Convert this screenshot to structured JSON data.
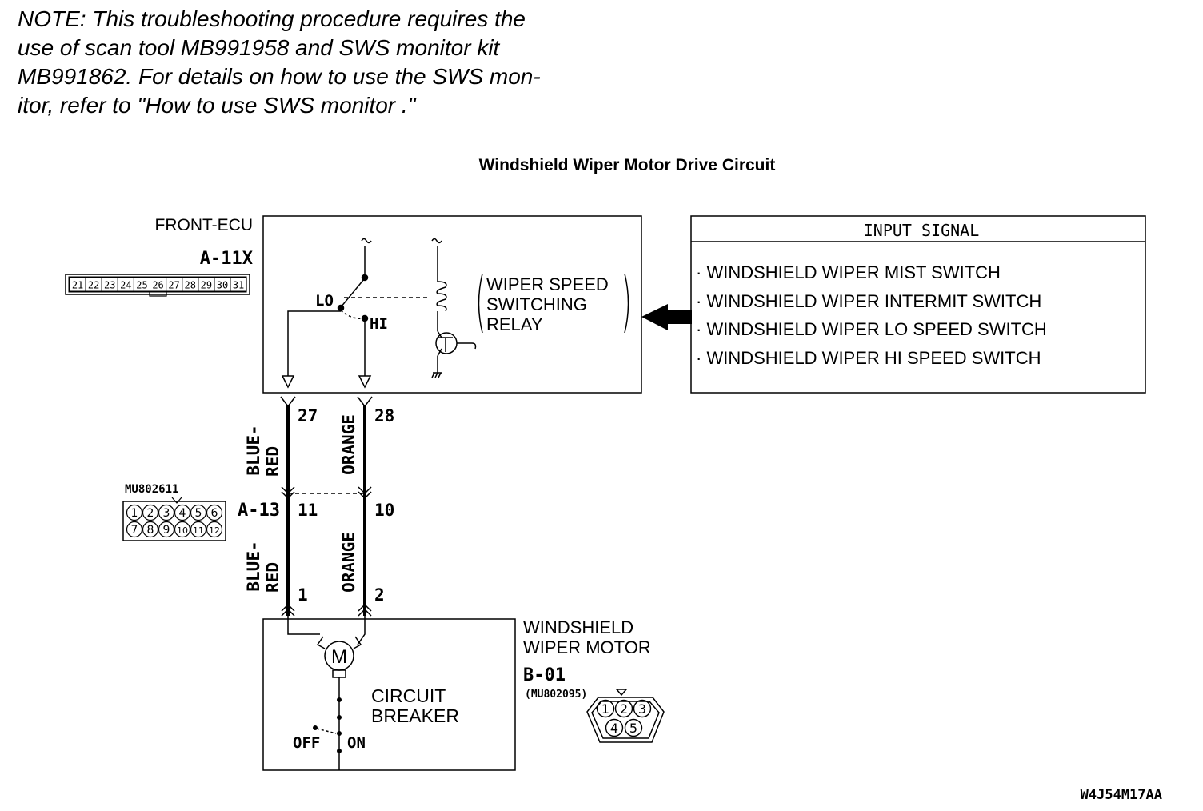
{
  "note": {
    "lines": [
      "NOTE: This troubleshooting procedure requires the",
      "use of scan tool MB991958 and SWS monitor kit",
      "MB991862. For details on how to use the SWS mon-",
      "itor, refer to \"How to use SWS monitor .\""
    ]
  },
  "diagram": {
    "title": "Windshield Wiper Motor Drive Circuit",
    "front_ecu": {
      "label": "FRONT-ECU",
      "connector": "A-11X",
      "pins": [
        "21",
        "22",
        "23",
        "24",
        "25",
        "26",
        "27",
        "28",
        "29",
        "30",
        "31"
      ],
      "switch_lo": "LO",
      "switch_hi": "HI",
      "relay_label": [
        "WIPER SPEED",
        "SWITCHING",
        "RELAY"
      ]
    },
    "input_signal": {
      "header": "INPUT SIGNAL",
      "items": [
        "· WINDSHIELD WIPER MIST SWITCH",
        "· WINDSHIELD WIPER INTERMIT SWITCH",
        "· WINDSHIELD WIPER LO SPEED SWITCH",
        "· WINDSHIELD WIPER HI SPEED SWITCH"
      ]
    },
    "wires": {
      "left": {
        "color_label": [
          "BLUE-",
          "RED"
        ],
        "ecu_pin": "27",
        "joint_pin": "11",
        "motor_pin": "1"
      },
      "right": {
        "color_label": [
          "ORANGE"
        ],
        "ecu_pin": "28",
        "joint_pin": "10",
        "motor_pin": "2"
      }
    },
    "joint_connector": {
      "part_number": "MU802611",
      "name": "A-13",
      "pins_top": [
        "1",
        "2",
        "3",
        "4",
        "5",
        "6"
      ],
      "pins_bottom": [
        "7",
        "8",
        "9",
        "10",
        "11",
        "12"
      ]
    },
    "motor": {
      "label": [
        "WINDSHIELD",
        "WIPER MOTOR"
      ],
      "connector": "B-01",
      "part_number": "(MU802095)",
      "pins_top": [
        "1",
        "2",
        "3"
      ],
      "pins_bottom": [
        "4",
        "5"
      ],
      "motor_symbol": "M",
      "breaker_label": [
        "CIRCUIT",
        "BREAKER"
      ],
      "off_label": "OFF",
      "on_label": "ON"
    },
    "figure_code": "W4J54M17AA"
  }
}
